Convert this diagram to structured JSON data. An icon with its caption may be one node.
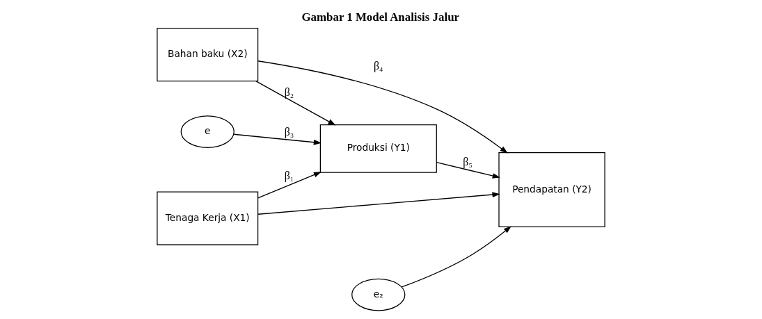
{
  "diagram": {
    "title": "Gambar 1 Model Analisis Jalur",
    "nodes": [
      {
        "text": [
          "Tenaga Kerja (X1)"
        ]
      },
      {
        "text": [
          "Bahan baku (X2)"
        ]
      },
      {
        "text": [
          "Produksi (Y1)"
        ]
      },
      {
        "text": [
          "Pendapatan (Y2)"
        ]
      },
      {
        "text": [
          "e"
        ]
      },
      {
        "text": [
          "e₂"
        ]
      }
    ],
    "edges": [
      {
        "from": 0,
        "to": 3,
        "arrow": "to"
      },
      {
        "from": 0,
        "to": 2,
        "arrow": "to",
        "label": "β₁"
      },
      {
        "from": 1,
        "to": 2,
        "arrow": "to",
        "label": "β₂"
      },
      {
        "from": 4,
        "to": 2,
        "arrow": "to",
        "label": "β₃"
      },
      {
        "from": 2,
        "to": 3,
        "arrow": "to",
        "label": "β₅"
      },
      {
        "from": 1,
        "to": 3,
        "arrow": "to",
        "label": "β₄"
      },
      {
        "from": 5,
        "to": 3,
        "arrow": "to"
      }
    ]
  }
}
